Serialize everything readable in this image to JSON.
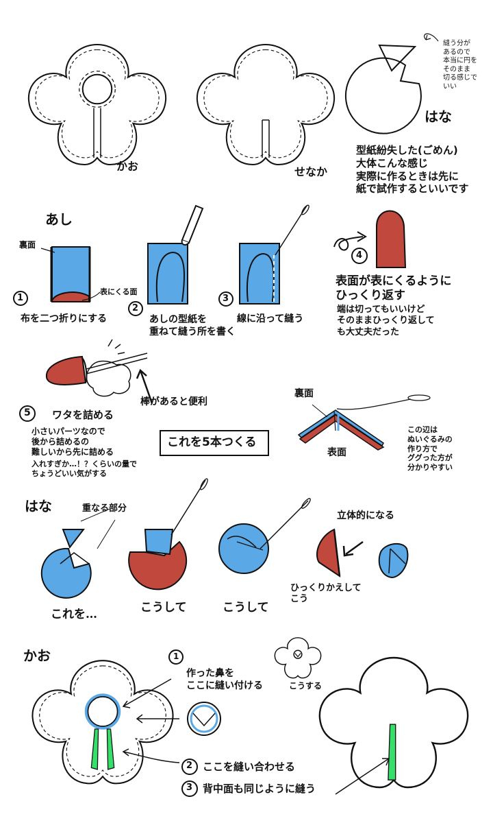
{
  "colors": {
    "blue": "#5aa9e6",
    "red": "#c0483d",
    "green": "#35e06a",
    "ink": "#111111"
  },
  "pattern": {
    "face_label": "かお",
    "back_label": "せなか",
    "flower_label": "はな",
    "seam_note": "縫う分が\nあるので\n本当に円を\nそのまま\n切る感じで\nいい",
    "lost_note": "型紙紛失した(ごめん)\n大体こんな感じ\n実際に作るときは先に\n紙で試作するといいです"
  },
  "legs": {
    "title": "あし",
    "back_side": "裏面",
    "front_side": "表にくる面",
    "step1_num": "1",
    "step1": "布を二つ折りにする",
    "step2_num": "2",
    "step2": "あしの型紙を\n重ねて縫う所を書く",
    "step3_num": "3",
    "step3": "線に沿って縫う",
    "step4_num": "4",
    "step4": "表面が表にくるように\nひっくり返す",
    "step4_note": "端は切ってもいいけど\nそのままひっくり返して\nも大丈夫だった",
    "stick_tip": "棒があると便利",
    "step5_num": "5",
    "step5": "ワタを詰める",
    "step5_note": "小さいパーツなので\n後から詰めるの\n難しいから先に詰める",
    "stuffing_note": "入れすぎか…！？くらいの量で\nちょうどいい気がする",
    "make_five": "これを5本つくる",
    "diag_back": "裏面",
    "diag_front": "表面",
    "diag_note": "この辺は\nぬいぐるみの\n作り方で\nググった方が\n分かりやすい"
  },
  "flower": {
    "title": "はな",
    "overlap": "重なる部分",
    "three_d": "立体的になる",
    "cap1": "これを…",
    "cap2": "こうして",
    "cap3": "こうして",
    "cap4": "ひっくりかえして\nこう"
  },
  "face": {
    "title": "かお",
    "step1_num": "1",
    "step1": "作った鼻を\nここに縫い付ける",
    "result": "こうする",
    "step2_num": "2",
    "step2": "ここを縫い合わせる",
    "step3_num": "3",
    "step3": "背中面も同じように縫う"
  }
}
